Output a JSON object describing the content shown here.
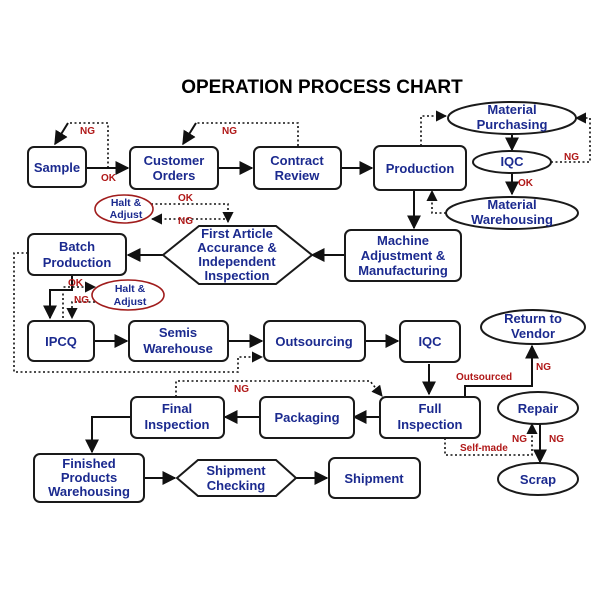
{
  "title": "OPERATION PROCESS  CHART",
  "nodes": {
    "sample": [
      "Sample"
    ],
    "customer_orders": [
      "Customer",
      "Orders"
    ],
    "contract_review": [
      "Contract",
      "Review"
    ],
    "production": [
      "Production"
    ],
    "material_purchasing": [
      "Material",
      "Purchasing"
    ],
    "iqc_top": [
      "IQC"
    ],
    "material_warehousing": [
      "Material",
      "Warehousing"
    ],
    "machine_adjustment": [
      "Machine",
      "Adjustment &",
      "Manufacturing"
    ],
    "first_article": [
      "First Article",
      "Accurance &",
      "Independent",
      "Inspection"
    ],
    "batch_production": [
      "Batch",
      "Production"
    ],
    "halt_adjust_1": [
      "Halt &",
      "Adjust"
    ],
    "halt_adjust_2": [
      "Halt &",
      "Adjust"
    ],
    "ipcq": [
      "IPCQ"
    ],
    "semis_warehouse": [
      "Semis",
      "Warehouse"
    ],
    "outsourcing": [
      "Outsourcing"
    ],
    "iqc_mid": [
      "IQC"
    ],
    "return_to_vendor": [
      "Return to",
      "Vendor"
    ],
    "final_inspection": [
      "Final",
      "Inspection"
    ],
    "packaging": [
      "Packaging"
    ],
    "full_inspection": [
      "Full",
      "Inspection"
    ],
    "repair": [
      "Repair"
    ],
    "scrap": [
      "Scrap"
    ],
    "finished_products": [
      "Finished",
      "Products",
      "Warehousing"
    ],
    "shipment_checking": [
      "Shipment",
      "Checking"
    ],
    "shipment": [
      "Shipment"
    ]
  },
  "labels": {
    "ng_sample": "NG",
    "ok_sample": "OK",
    "ng_contract": "NG",
    "ng_iqc_top": "NG",
    "ok_iqc_top": "OK",
    "ok_first_article": "OK",
    "ng_first_article": "NG",
    "ok_ipcq": "OK",
    "ng_ipcq": "NG",
    "ng_outsource_loop": "NG",
    "outsourced": "Outsourced",
    "ng_return": "NG",
    "self_made": "Self-made",
    "ng_repair_left": "NG",
    "ng_repair_right": "NG"
  },
  "colors": {
    "node_text": "#1b2a8f",
    "annotation": "#b01818",
    "stroke": "#111111"
  }
}
